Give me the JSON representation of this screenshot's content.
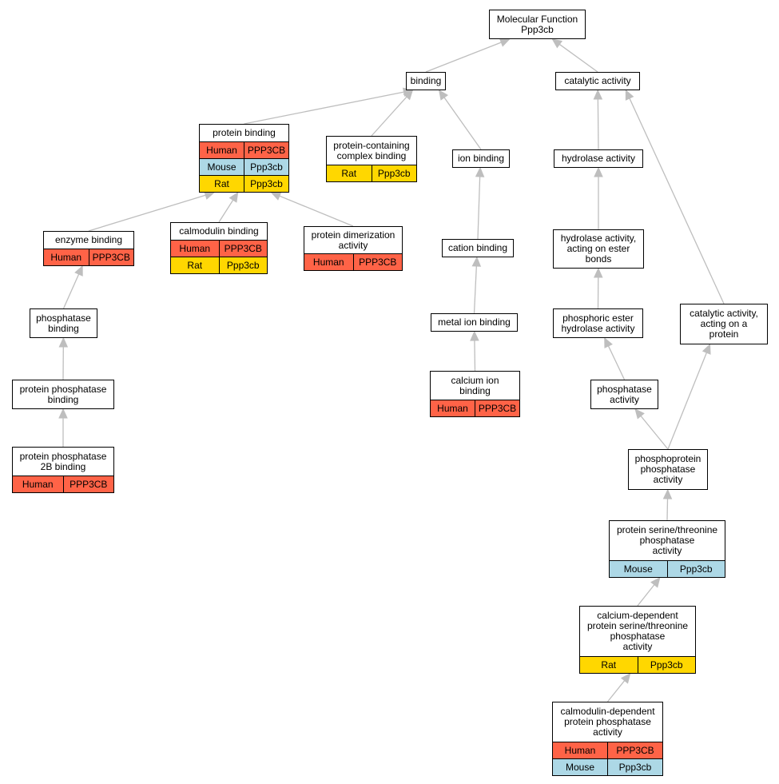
{
  "colors": {
    "Human": "#ff6347",
    "Mouse": "#add8e6",
    "Rat": "#ffd700",
    "edge": "#bebebe"
  },
  "nodes": [
    {
      "id": "mf",
      "label": "Molecular Function\nPpp3cb",
      "rows": []
    },
    {
      "id": "binding",
      "label": "binding",
      "rows": []
    },
    {
      "id": "catalytic",
      "label": "catalytic activity",
      "rows": []
    },
    {
      "id": "protein_binding",
      "label": "protein binding",
      "rows": [
        {
          "species": "Human",
          "gene": "PPP3CB"
        },
        {
          "species": "Mouse",
          "gene": "Ppp3cb"
        },
        {
          "species": "Rat",
          "gene": "Ppp3cb"
        }
      ]
    },
    {
      "id": "pcc_binding",
      "label": "protein-containing\ncomplex binding",
      "rows": [
        {
          "species": "Rat",
          "gene": "Ppp3cb"
        }
      ]
    },
    {
      "id": "ion_binding",
      "label": "ion binding",
      "rows": []
    },
    {
      "id": "hydrolase",
      "label": "hydrolase activity",
      "rows": []
    },
    {
      "id": "enzyme_binding",
      "label": "enzyme binding",
      "rows": [
        {
          "species": "Human",
          "gene": "PPP3CB"
        }
      ]
    },
    {
      "id": "calmodulin_binding",
      "label": "calmodulin binding",
      "rows": [
        {
          "species": "Human",
          "gene": "PPP3CB"
        },
        {
          "species": "Rat",
          "gene": "Ppp3cb"
        }
      ]
    },
    {
      "id": "dimerization",
      "label": "protein dimerization\nactivity",
      "rows": [
        {
          "species": "Human",
          "gene": "PPP3CB"
        }
      ]
    },
    {
      "id": "cation_binding",
      "label": "cation binding",
      "rows": []
    },
    {
      "id": "hydrolase_ester",
      "label": "hydrolase activity,\nacting on ester\nbonds",
      "rows": []
    },
    {
      "id": "phosphatase_binding",
      "label": "phosphatase\nbinding",
      "rows": []
    },
    {
      "id": "metal_ion",
      "label": "metal ion binding",
      "rows": []
    },
    {
      "id": "phosphoric_ester",
      "label": "phosphoric ester\nhydrolase activity",
      "rows": []
    },
    {
      "id": "catalytic_protein",
      "label": "catalytic activity,\nacting on a\nprotein",
      "rows": []
    },
    {
      "id": "protein_phosphatase_binding",
      "label": "protein phosphatase\nbinding",
      "rows": []
    },
    {
      "id": "calcium_ion",
      "label": "calcium ion\nbinding",
      "rows": [
        {
          "species": "Human",
          "gene": "PPP3CB"
        }
      ]
    },
    {
      "id": "phosphatase_activity",
      "label": "phosphatase\nactivity",
      "rows": []
    },
    {
      "id": "pp2b_binding",
      "label": "protein phosphatase\n2B binding",
      "rows": [
        {
          "species": "Human",
          "gene": "PPP3CB"
        }
      ]
    },
    {
      "id": "phosphoprotein",
      "label": "phosphoprotein\nphosphatase\nactivity",
      "rows": []
    },
    {
      "id": "ser_thr",
      "label": "protein serine/threonine\nphosphatase\nactivity",
      "rows": [
        {
          "species": "Mouse",
          "gene": "Ppp3cb"
        }
      ]
    },
    {
      "id": "ca_ser_thr",
      "label": "calcium-dependent\nprotein serine/threonine\nphosphatase\nactivity",
      "rows": [
        {
          "species": "Rat",
          "gene": "Ppp3cb"
        }
      ]
    },
    {
      "id": "calmodulin_dep",
      "label": "calmodulin-dependent\nprotein phosphatase\nactivity",
      "rows": [
        {
          "species": "Human",
          "gene": "PPP3CB"
        },
        {
          "species": "Mouse",
          "gene": "Ppp3cb"
        }
      ]
    }
  ],
  "edges": [
    {
      "from": "binding",
      "to": "mf"
    },
    {
      "from": "catalytic",
      "to": "mf"
    },
    {
      "from": "protein_binding",
      "to": "binding"
    },
    {
      "from": "pcc_binding",
      "to": "binding"
    },
    {
      "from": "ion_binding",
      "to": "binding"
    },
    {
      "from": "hydrolase",
      "to": "catalytic"
    },
    {
      "from": "catalytic_protein",
      "to": "catalytic"
    },
    {
      "from": "enzyme_binding",
      "to": "protein_binding"
    },
    {
      "from": "calmodulin_binding",
      "to": "protein_binding"
    },
    {
      "from": "dimerization",
      "to": "protein_binding"
    },
    {
      "from": "cation_binding",
      "to": "ion_binding"
    },
    {
      "from": "hydrolase_ester",
      "to": "hydrolase"
    },
    {
      "from": "phosphatase_binding",
      "to": "enzyme_binding"
    },
    {
      "from": "metal_ion",
      "to": "cation_binding"
    },
    {
      "from": "phosphoric_ester",
      "to": "hydrolase_ester"
    },
    {
      "from": "protein_phosphatase_binding",
      "to": "phosphatase_binding"
    },
    {
      "from": "calcium_ion",
      "to": "metal_ion"
    },
    {
      "from": "phosphatase_activity",
      "to": "phosphoric_ester"
    },
    {
      "from": "pp2b_binding",
      "to": "protein_phosphatase_binding"
    },
    {
      "from": "phosphoprotein",
      "to": "phosphatase_activity"
    },
    {
      "from": "phosphoprotein",
      "to": "catalytic_protein"
    },
    {
      "from": "ser_thr",
      "to": "phosphoprotein"
    },
    {
      "from": "ca_ser_thr",
      "to": "ser_thr"
    },
    {
      "from": "calmodulin_dep",
      "to": "ca_ser_thr"
    }
  ]
}
